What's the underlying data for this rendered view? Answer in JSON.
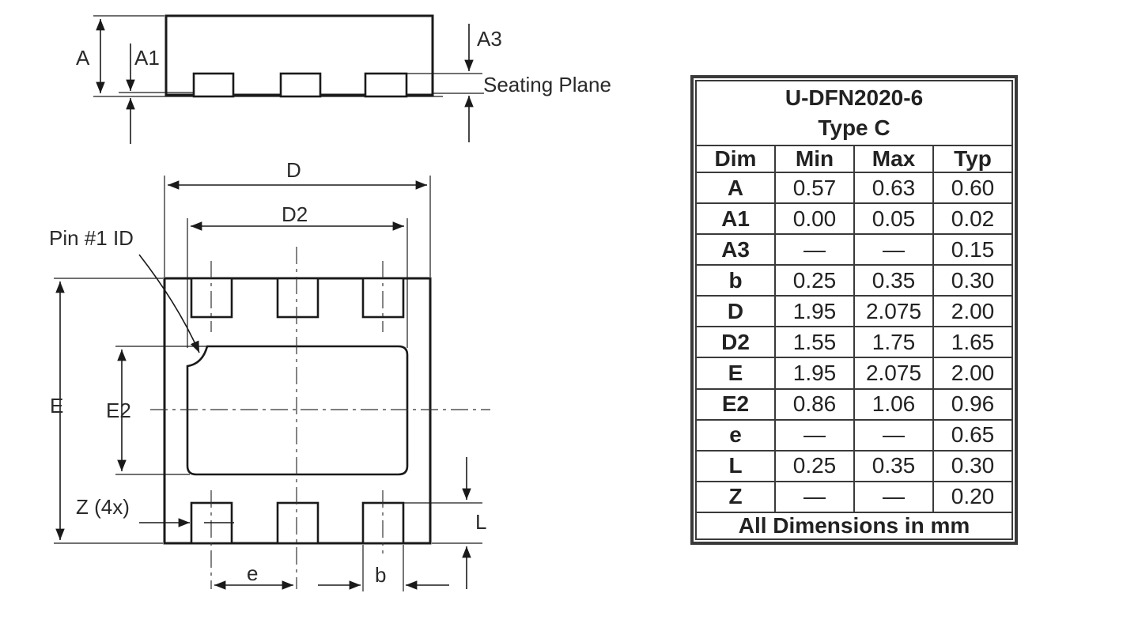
{
  "diagram": {
    "side_view": {
      "labels": {
        "A": "A",
        "A1": "A1",
        "A3": "A3",
        "seating_plane": "Seating Plane"
      }
    },
    "bottom_view": {
      "labels": {
        "D": "D",
        "D2": "D2",
        "pin1": "Pin #1 ID",
        "E": "E",
        "E2": "E2",
        "Z": "Z (4x)",
        "L": "L",
        "e": "e",
        "b": "b"
      }
    }
  },
  "table": {
    "title_line1": "U-DFN2020-6",
    "title_line2": "Type C",
    "headers": [
      "Dim",
      "Min",
      "Max",
      "Typ"
    ],
    "rows": [
      [
        "A",
        "0.57",
        "0.63",
        "0.60"
      ],
      [
        "A1",
        "0.00",
        "0.05",
        "0.02"
      ],
      [
        "A3",
        "—",
        "—",
        "0.15"
      ],
      [
        "b",
        "0.25",
        "0.35",
        "0.30"
      ],
      [
        "D",
        "1.95",
        "2.075",
        "2.00"
      ],
      [
        "D2",
        "1.55",
        "1.75",
        "1.65"
      ],
      [
        "E",
        "1.95",
        "2.075",
        "2.00"
      ],
      [
        "E2",
        "0.86",
        "1.06",
        "0.96"
      ],
      [
        "e",
        "—",
        "—",
        "0.65"
      ],
      [
        "L",
        "0.25",
        "0.35",
        "0.30"
      ],
      [
        "Z",
        "—",
        "—",
        "0.20"
      ]
    ],
    "footer": "All Dimensions in mm"
  }
}
